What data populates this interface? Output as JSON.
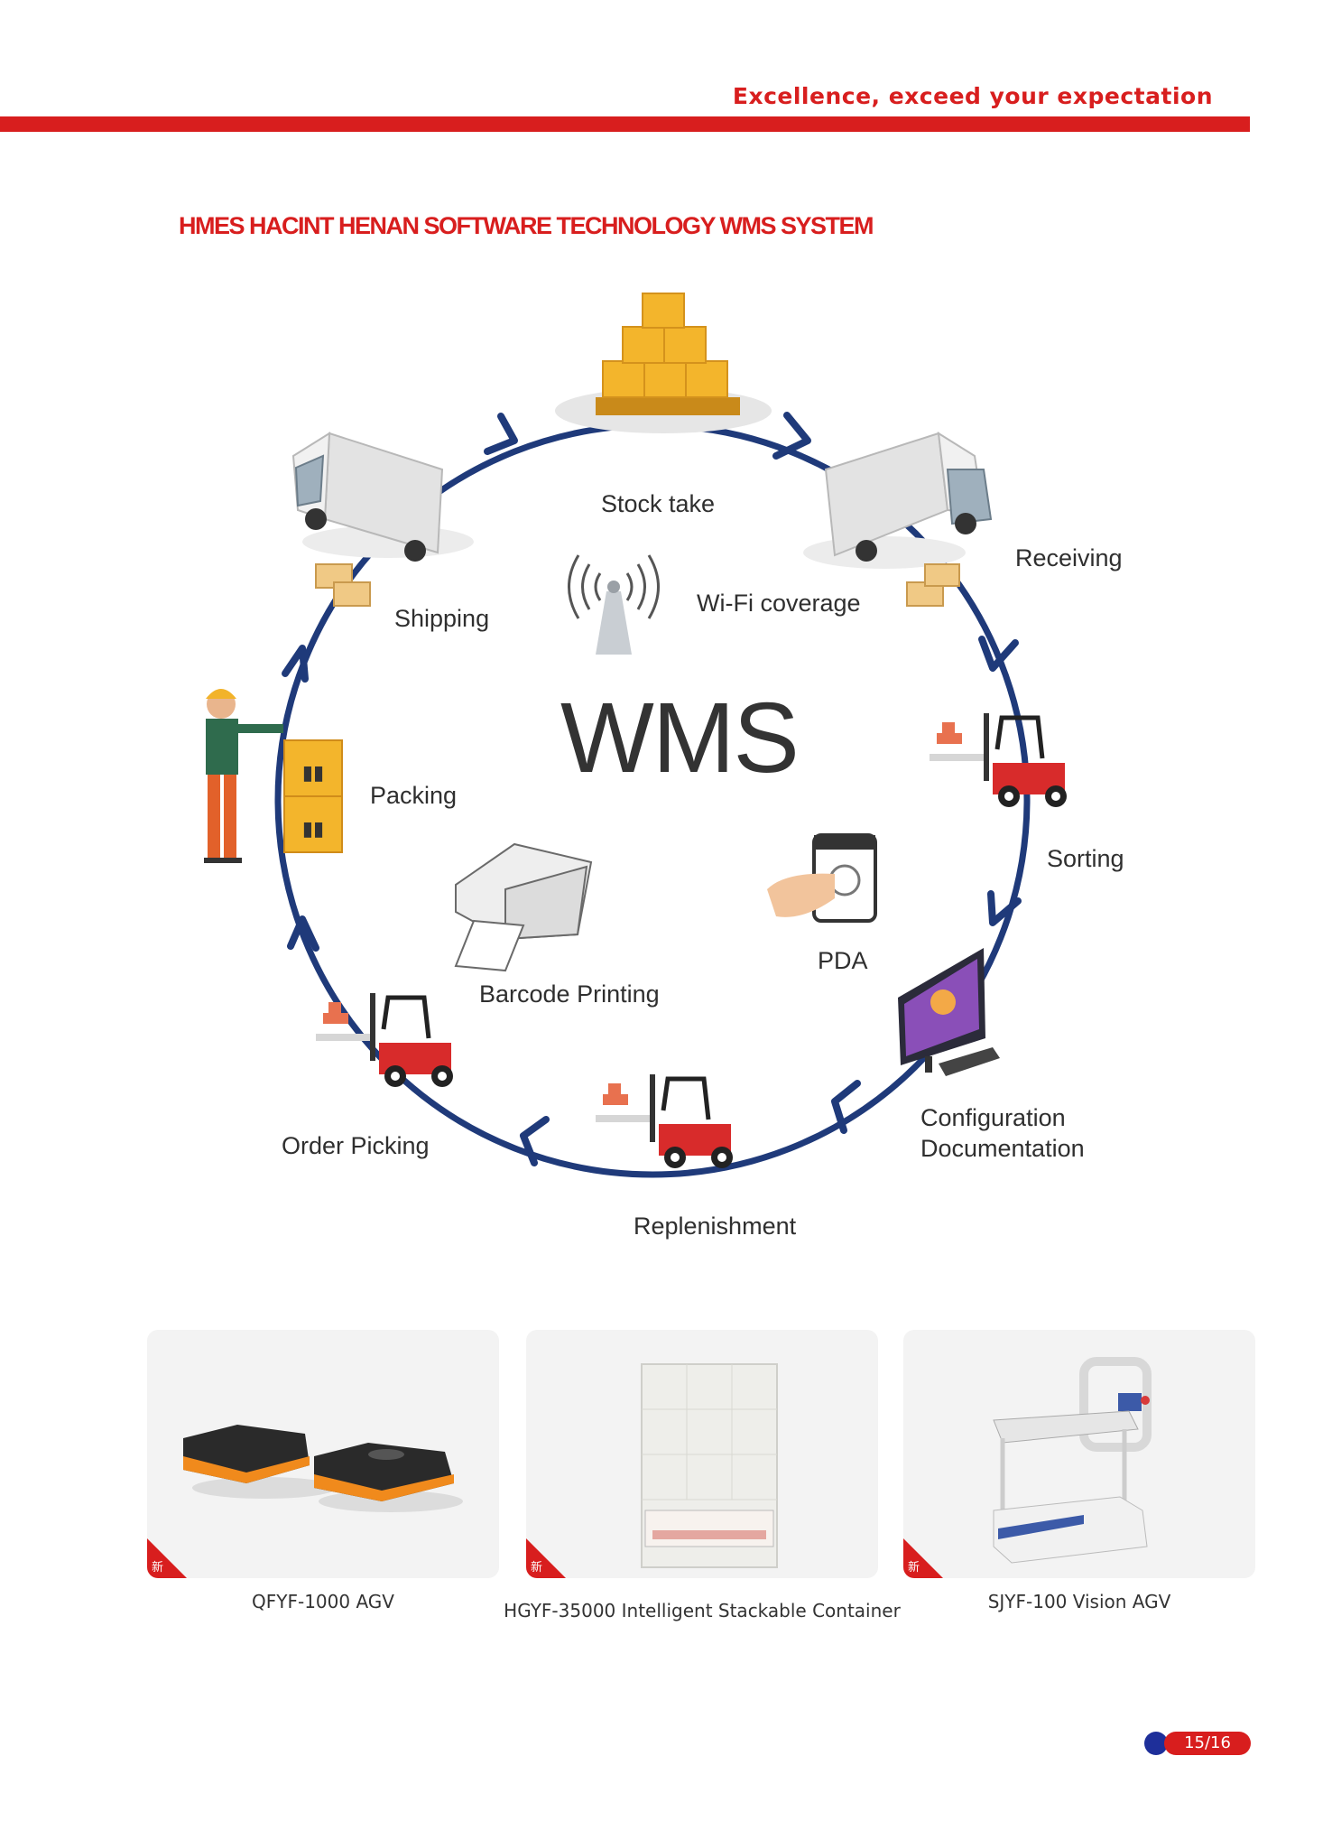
{
  "header": {
    "tagline": "Excellence, exceed your expectation",
    "title": "HMES HACINT HENAN SOFTWARE TECHNOLOGY WMS SYSTEM",
    "accent_color": "#d81e1e"
  },
  "diagram": {
    "center_label": "WMS",
    "ring_color": "#1f3a7a",
    "nodes": [
      {
        "id": "stock-take",
        "label": "Stock take",
        "icon": "pallet-boxes-icon"
      },
      {
        "id": "receiving",
        "label": "Receiving",
        "icon": "delivery-truck-icon"
      },
      {
        "id": "sorting",
        "label": "Sorting",
        "icon": "forklift-icon"
      },
      {
        "id": "configuration",
        "label": "Configuration",
        "label2": "Documentation",
        "icon": "monitor-keyboard-icon"
      },
      {
        "id": "replenishment",
        "label": "Replenishment",
        "icon": "forklift-icon"
      },
      {
        "id": "order-picking",
        "label": "Order Picking",
        "icon": "forklift-icon"
      },
      {
        "id": "packing",
        "label": "Packing",
        "icon": "worker-boxes-icon"
      },
      {
        "id": "shipping",
        "label": "Shipping",
        "icon": "delivery-truck-icon"
      }
    ],
    "inner": [
      {
        "id": "wifi",
        "label": "Wi‐Fi coverage",
        "icon": "wifi-antenna-icon"
      },
      {
        "id": "pda",
        "label": "PDA",
        "icon": "pda-touch-icon"
      },
      {
        "id": "barcode",
        "label": "Barcode Printing",
        "icon": "printer-icon"
      }
    ]
  },
  "products": [
    {
      "name": "QFYF-1000 AGV",
      "badge": "新",
      "icon": "agv-robot-icon"
    },
    {
      "name": "HGYF-35000 Intelligent Stackable Container",
      "badge": "新",
      "icon": "vertical-storage-icon"
    },
    {
      "name": "SJYF-100 Vision AGV",
      "badge": "新",
      "icon": "vision-agv-cart-icon"
    }
  ],
  "footer": {
    "page": "15/16"
  }
}
